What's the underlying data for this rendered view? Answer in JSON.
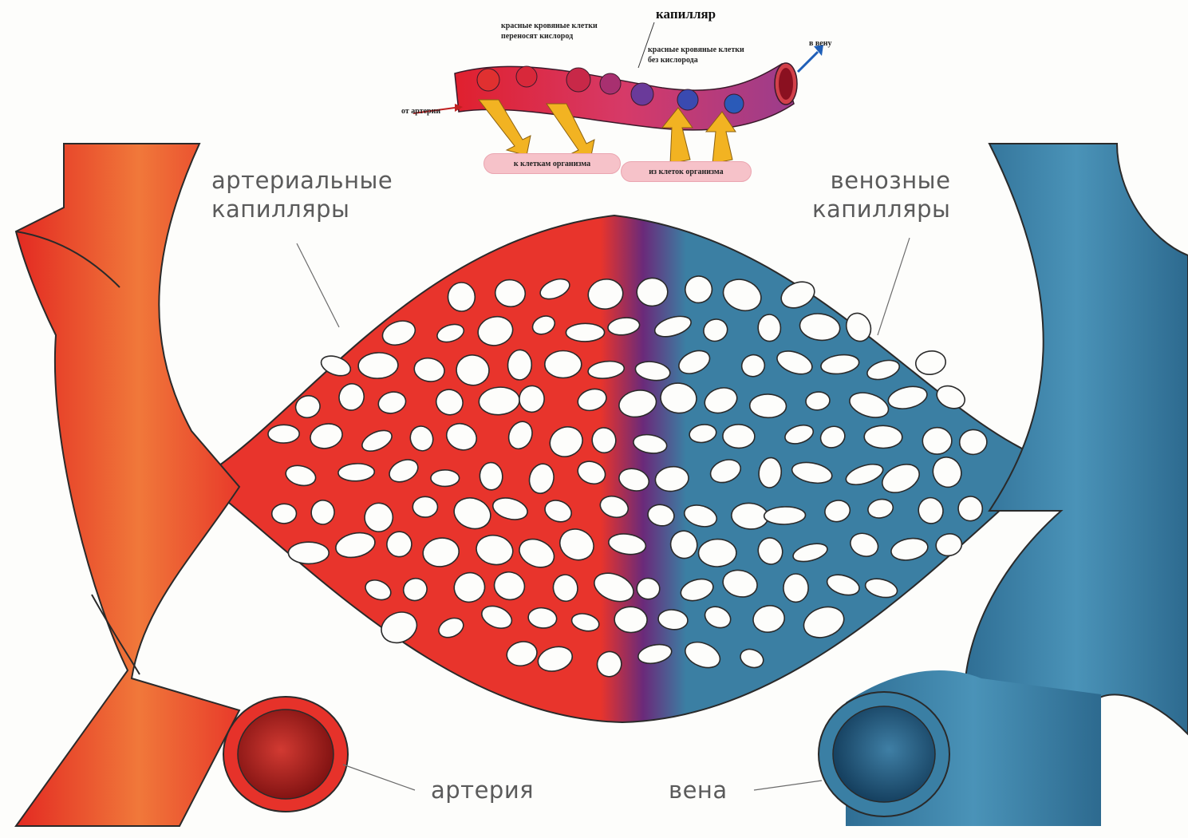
{
  "labels": {
    "arterial_capillaries": [
      "артериальные",
      "капилляры"
    ],
    "venous_capillaries": [
      "венозные",
      "капилляры"
    ],
    "artery": "артерия",
    "vein": "вена"
  },
  "inset": {
    "title": "капилляр",
    "rbc_with_oxygen": [
      "красные кровяные клетки",
      "переносят кислород"
    ],
    "rbc_without_oxygen": [
      "красные кровяные клетки",
      "без кислорода"
    ],
    "from_artery": "от артерии",
    "to_vein": "в вену",
    "to_body_cells": "к клеткам организма",
    "from_body_cells": "из клеток организма"
  },
  "colors": {
    "arterial": "#e8342c",
    "venous": "#3b7fa3",
    "transition": "#6a2a7a",
    "oxygen_arrow": "#f2b322",
    "background": "#fdfdfb"
  }
}
